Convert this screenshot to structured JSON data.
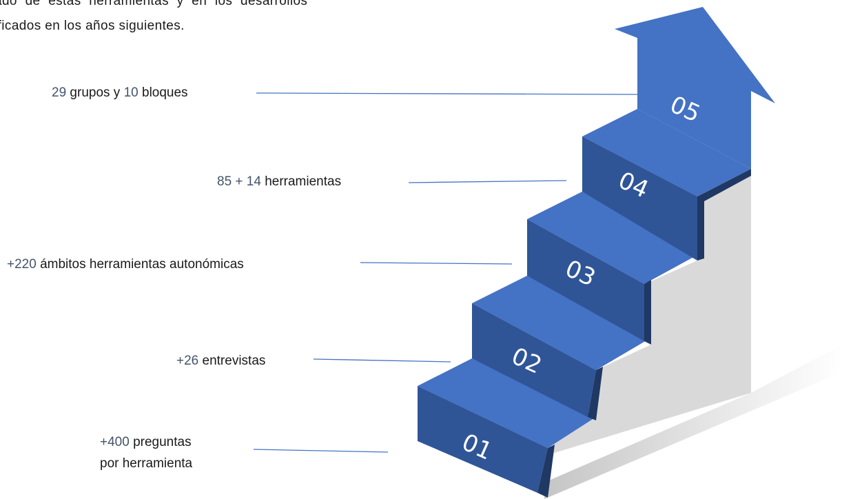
{
  "intro": {
    "line1": "ado de estas herramientas y en los desarrollos",
    "line2": "ificados en los años siguientes."
  },
  "labels": [
    {
      "id": "05",
      "num1": "29",
      "t1": " grupos y ",
      "num2": "10",
      "t2": " bloques"
    },
    {
      "id": "04",
      "num1": "85 + 14",
      "t1": " herramientas"
    },
    {
      "id": "03",
      "num1": "+220",
      "t1": " ámbitos herramientas autonómicas"
    },
    {
      "id": "02",
      "num1": "+26",
      "t1": " entrevistas"
    },
    {
      "id": "01",
      "num1": "+400",
      "t1": " preguntas",
      "line2": "por herramienta"
    }
  ],
  "steps": [
    "01",
    "02",
    "03",
    "04",
    "05"
  ],
  "colors": {
    "top": "#4472C4",
    "front": "#2F5597",
    "side": "#1F3864",
    "wall": "#D9D9D9",
    "line": "#4472C4",
    "number": "#44546A"
  }
}
